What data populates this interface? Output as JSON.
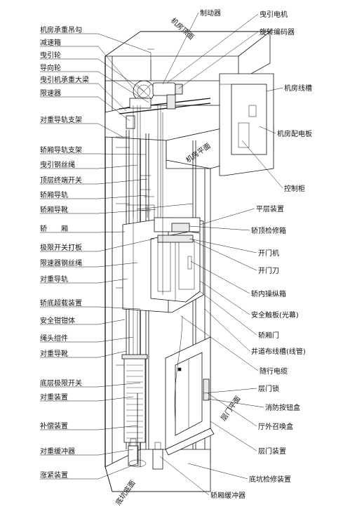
{
  "diagram": {
    "left_labels": [
      "机房承重吊勾",
      "减速箱",
      "曳引轮",
      "导向轮",
      "曳引机承重大梁",
      "限速器",
      "对重导轨支架",
      "轿厢导轨支架",
      "曳引钢丝绳",
      "顶层终端开关",
      "轿厢导轨",
      "轿厢导靴",
      "轿　　厢",
      "极限开关打板",
      "限速器钢丝绳",
      "对重导轨",
      "轿底超载装置",
      "安全钳钳体",
      "绳头组件",
      "对重导靴",
      "底层极限开关",
      "对重装置",
      "补偿装置",
      "对重缓冲器",
      "涨紧装置"
    ],
    "right_labels": [
      "制动器",
      "曳引电机",
      "旋转编码器",
      "机房线槽",
      "机房配电板",
      "控制柜",
      "平层装置",
      "轿顶检修箱",
      "开门机",
      "开门刀",
      "轿内操纵箱",
      "安全触板(光幕)",
      "轿厢门",
      "井道布线槽(线管)",
      "随行电缆",
      "层门锁",
      "消防按钮盒",
      "厅外召唤盒",
      "层门装置",
      "底坑检修装置",
      "轿厢缓冲器"
    ],
    "rotated_labels": {
      "machine_room_top": "机房顶面",
      "machine_room_floor": "机房平面",
      "landing_floor": "层门平面",
      "pit_bottom": "底坑底面"
    }
  }
}
